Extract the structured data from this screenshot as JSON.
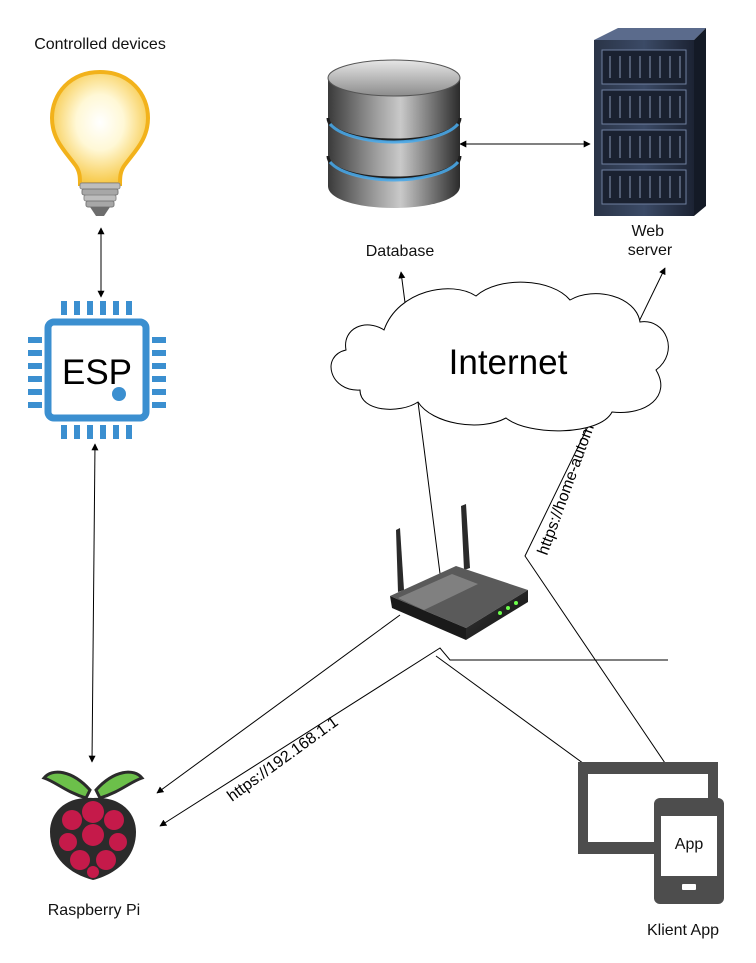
{
  "nodes": {
    "bulb": {
      "label": "Controlled devices"
    },
    "esp": {
      "label": "ESP"
    },
    "database": {
      "label": "Database"
    },
    "webserver": {
      "label_line1": "Web",
      "label_line2": "server"
    },
    "internet": {
      "label": "Internet"
    },
    "router": {
      "label": ""
    },
    "raspberry": {
      "label": "Raspberry Pi"
    },
    "client": {
      "label": "Klient App",
      "app_text": "App"
    }
  },
  "edges": {
    "router_to_pi": {
      "label": "https://192.168.1.1"
    },
    "client_to_web": {
      "label": "https://home-automation.web.app"
    }
  },
  "colors": {
    "esp_blue": "#3b8fd0",
    "raspberry_red": "#c51a4a",
    "raspberry_green": "#6cc04a",
    "bulb_glow": "#fbd95c",
    "device_gray": "#4d4d4d"
  }
}
